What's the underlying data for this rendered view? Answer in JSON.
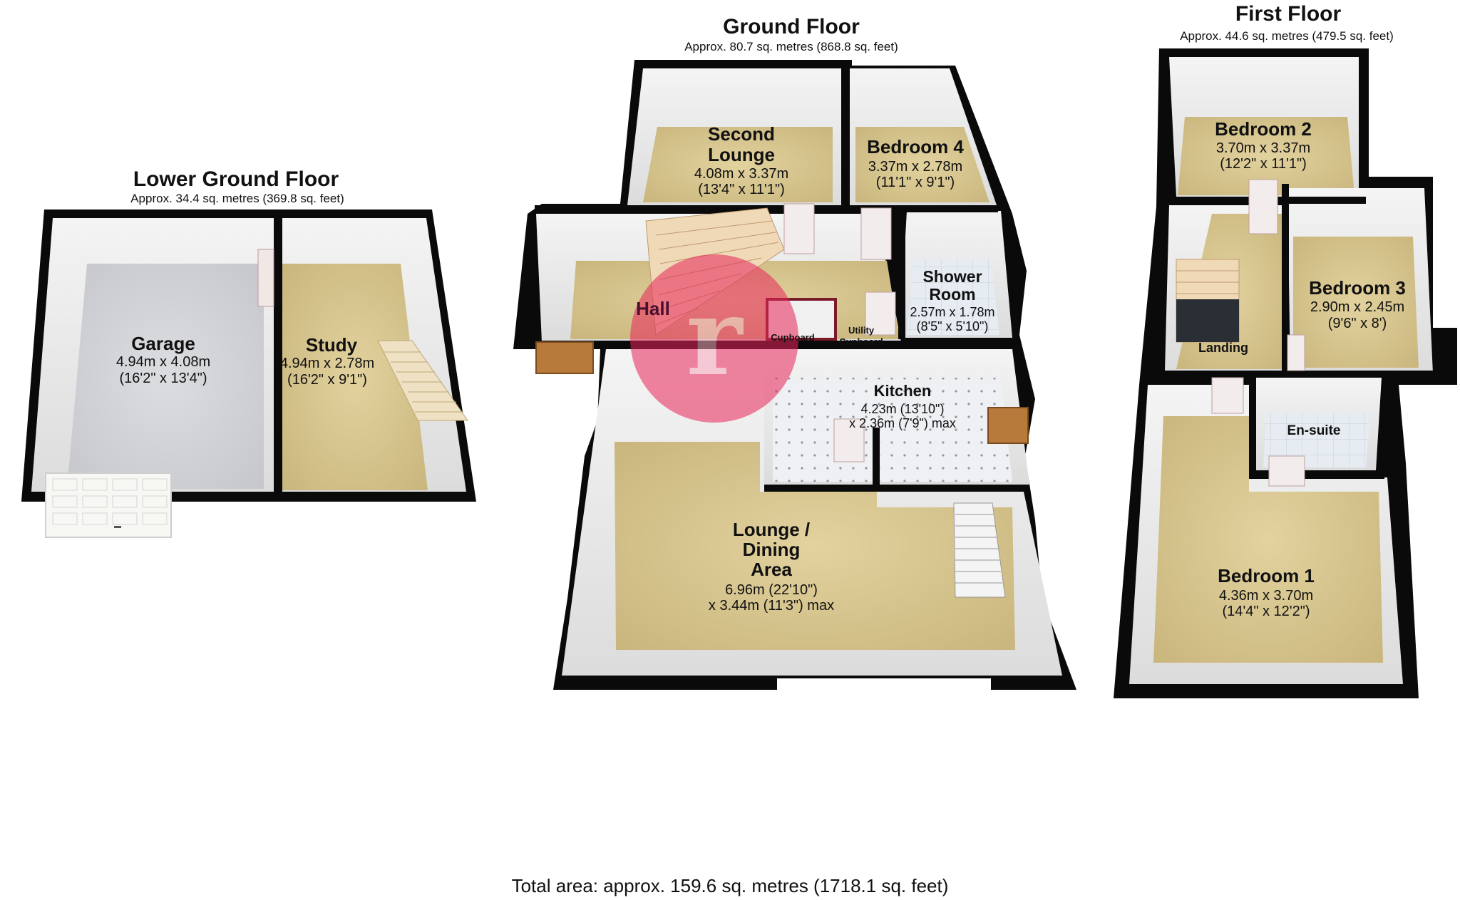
{
  "floors": {
    "lower": {
      "title": "Lower Ground Floor",
      "area": "Approx. 34.4 sq. metres (369.8 sq. feet)",
      "rooms": {
        "garage": {
          "name": "Garage",
          "dim_m": "4.94m x 4.08m",
          "dim_ft": "(16'2\" x 13'4\")"
        },
        "study": {
          "name": "Study",
          "dim_m": "4.94m x 2.78m",
          "dim_ft": "(16'2\" x 9'1\")"
        }
      }
    },
    "ground": {
      "title": "Ground Floor",
      "area": "Approx. 80.7 sq. metres (868.8 sq. feet)",
      "rooms": {
        "second_lounge": {
          "name1": "Second",
          "name2": "Lounge",
          "dim_m": "4.08m x 3.37m",
          "dim_ft": "(13'4\" x 11'1\")"
        },
        "bedroom4": {
          "name": "Bedroom 4",
          "dim_m": "3.37m x 2.78m",
          "dim_ft": "(11'1\" x 9'1\")"
        },
        "shower_room": {
          "name1": "Shower",
          "name2": "Room",
          "dim_m": "2.57m x 1.78m",
          "dim_ft": "(8'5\" x 5'10\")"
        },
        "hall": {
          "name": "Hall"
        },
        "cupboard": {
          "name": "Cupboard"
        },
        "utility": {
          "name1": "Utility",
          "name2": "Cupboard"
        },
        "kitchen": {
          "name": "Kitchen",
          "dim1": "4.23m (13'10\")",
          "dim2": "x 2.36m (7'9\") max"
        },
        "lounge_dining": {
          "name1": "Lounge /",
          "name2": "Dining",
          "name3": "Area",
          "dim1": "6.96m (22'10\")",
          "dim2": "x 3.44m (11'3\") max"
        }
      }
    },
    "first": {
      "title": "First Floor",
      "area": "Approx. 44.6 sq. metres (479.5 sq. feet)",
      "rooms": {
        "bedroom2": {
          "name": "Bedroom 2",
          "dim_m": "3.70m x 3.37m",
          "dim_ft": "(12'2\" x 11'1\")"
        },
        "bedroom3": {
          "name": "Bedroom 3",
          "dim_m": "2.90m x 2.45m",
          "dim_ft": "(9'6\" x 8')"
        },
        "landing": {
          "name": "Landing"
        },
        "ensuite": {
          "name": "En-suite"
        },
        "bedroom1": {
          "name": "Bedroom 1",
          "dim_m": "4.36m x 3.70m",
          "dim_ft": "(14'4\" x 12'2\")"
        }
      }
    }
  },
  "total_area": "Total area: approx. 159.6 sq. metres (1718.1 sq. feet)",
  "colors": {
    "wall": "#0a0a0a",
    "carpet": "#d6c48e",
    "garage_floor": "#cfd0d4",
    "tile": "#eef0f2",
    "watermark": "#e8255a"
  },
  "watermark_icon": "estate-agent-logo-icon"
}
